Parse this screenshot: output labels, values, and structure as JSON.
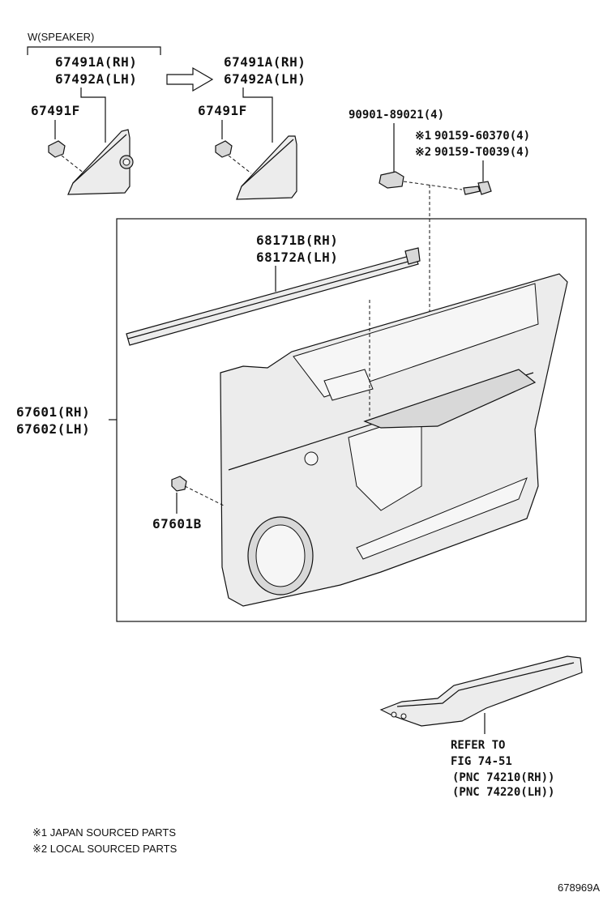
{
  "labels": {
    "speaker_header": "W(SPEAKER)",
    "p67491a_rh_1": "67491A(RH)",
    "p67492a_lh_1": "67492A(LH)",
    "p67491a_rh_2": "67491A(RH)",
    "p67492a_lh_2": "67492A(LH)",
    "p67491f_1": "67491F",
    "p67491f_2": "67491F",
    "p90901": "90901-89021(4)",
    "p90159_60370": "90159-60370(4)",
    "p90159_t0039": "90159-T0039(4)",
    "mark1": "※1",
    "mark2": "※2",
    "p68171b": "68171B(RH)",
    "p68172a": "68172A(LH)",
    "p67601": "67601(RH)",
    "p67602": "67602(LH)",
    "p67601b": "67601B",
    "refer_to": "REFER TO",
    "fig": "FIG 74-51",
    "pnc_rh": "(PNC 74210(RH))",
    "pnc_lh": "(PNC 74220(LH))",
    "note1": "※1 JAPAN SOURCED PARTS",
    "note2": "※2 LOCAL SOURCED PARTS",
    "diagram_id": "678969A"
  }
}
